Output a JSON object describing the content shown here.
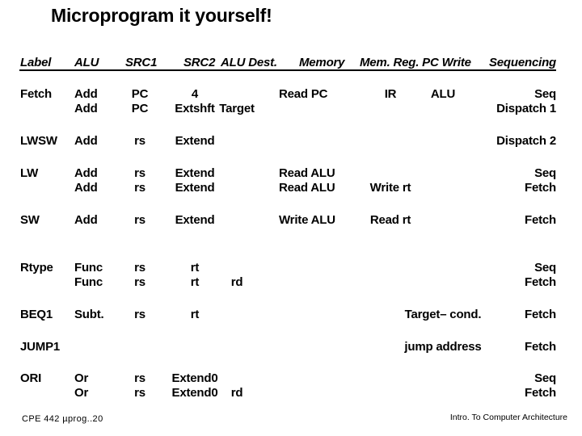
{
  "slide": {
    "title": "Microprogram it yourself!",
    "footer_left": "CPE 442  µprog..20",
    "footer_right": "Intro. To Computer Architecture",
    "background_color": "#ffffff",
    "text_color": "#000000"
  },
  "table": {
    "headers": {
      "label": "Label",
      "alu": "ALU",
      "src1": "SRC1",
      "src2": "SRC2",
      "dest": "ALU Dest.",
      "memory": "Memory",
      "mem_reg_pc_write": "Mem. Reg. PC Write",
      "sequencing": "Sequencing"
    },
    "rows": [
      {
        "label": "Fetch",
        "lines": [
          {
            "alu": "Add",
            "src1": "PC",
            "src2": "4",
            "memory": "Read PC",
            "mem_reg": "IR",
            "pc_write": "ALU",
            "seq": "Seq"
          },
          {
            "alu": "Add",
            "src1": "PC",
            "src2": "Extshft",
            "dest": "Target",
            "seq": "Dispatch 1"
          }
        ]
      },
      {
        "label": "LWSW",
        "lines": [
          {
            "alu": "Add",
            "src1": "rs",
            "src2": "Extend",
            "seq": "Dispatch 2"
          }
        ]
      },
      {
        "label": "LW",
        "lines": [
          {
            "alu": "Add",
            "src1": "rs",
            "src2": "Extend",
            "memory": "Read ALU",
            "seq": "Seq"
          },
          {
            "alu": "Add",
            "src1": "rs",
            "src2": "Extend",
            "memory": "Read ALU",
            "mem_reg": "Write rt",
            "seq": "Fetch"
          }
        ]
      },
      {
        "label": "SW",
        "lines": [
          {
            "alu": "Add",
            "src1": "rs",
            "src2": "Extend",
            "memory": "Write ALU",
            "mem_reg": "Read rt",
            "seq": "Fetch"
          }
        ]
      },
      {
        "label": "Rtype",
        "lines": [
          {
            "alu": "Func",
            "src1": "rs",
            "src2": "rt",
            "seq": "Seq"
          },
          {
            "alu": "Func",
            "src1": "rs",
            "src2": "rt",
            "dest": "rd",
            "seq": "Fetch"
          }
        ]
      },
      {
        "label": "BEQ1",
        "lines": [
          {
            "alu": "Subt.",
            "src1": "rs",
            "src2": "rt",
            "pc_write": "Target– cond.",
            "seq": "Fetch"
          }
        ]
      },
      {
        "label": "JUMP1",
        "lines": [
          {
            "pc_write": "jump address",
            "seq": "Fetch"
          }
        ]
      },
      {
        "label": "ORI",
        "lines": [
          {
            "alu": "Or",
            "src1": "rs",
            "src2": "Extend0",
            "seq": "Seq"
          },
          {
            "alu": "Or",
            "src1": "rs",
            "src2": "Extend0",
            "dest": "rd",
            "seq": "Fetch"
          }
        ]
      }
    ]
  }
}
